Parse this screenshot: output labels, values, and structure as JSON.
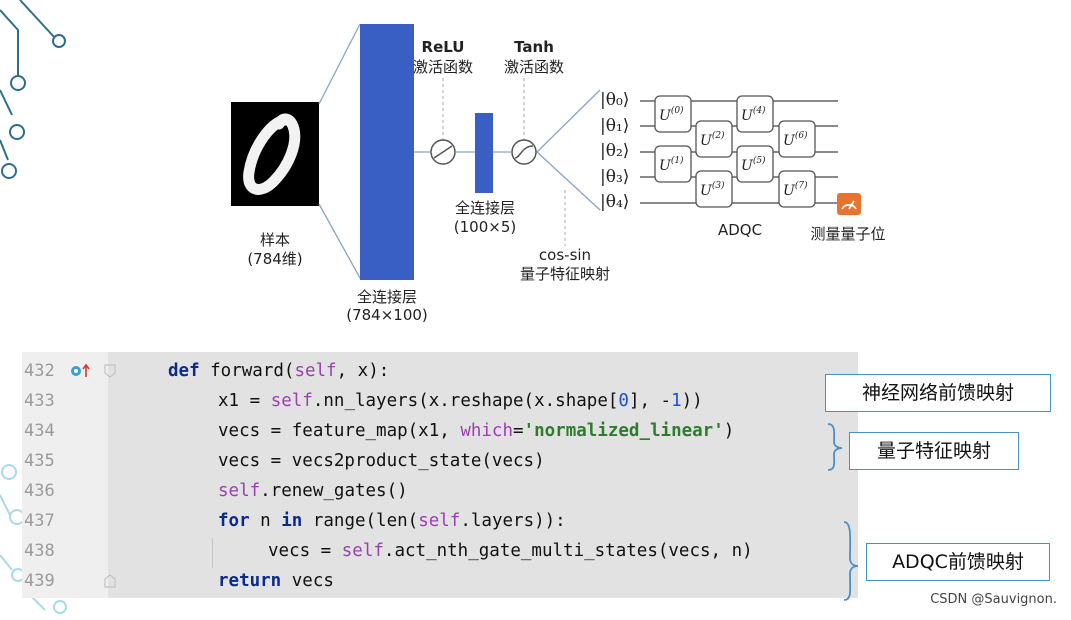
{
  "diagram": {
    "sample": {
      "label": "样本",
      "sub": "(784维)"
    },
    "fc1": {
      "label": "全连接层",
      "sub": "(784×100)"
    },
    "relu": {
      "label": "ReLU",
      "sub": "激活函数"
    },
    "fc2": {
      "label": "全连接层",
      "sub": "(100×5)"
    },
    "tanh": {
      "label": "Tanh",
      "sub": "激活函数"
    },
    "feature_map": {
      "label": "cos-sin",
      "sub": "量子特征映射"
    },
    "thetas": [
      "|θ₀⟩",
      "|θ₁⟩",
      "|θ₂⟩",
      "|θ₃⟩",
      "|θ₄⟩"
    ],
    "gates": [
      "U(0)",
      "U(1)",
      "U(2)",
      "U(3)",
      "U(4)",
      "U(5)",
      "U(6)",
      "U(7)"
    ],
    "adqc_label": "ADQC",
    "measure_label": "测量量子位",
    "colors": {
      "layer_blue": "#3a5fc4",
      "measure_orange": "#e8732c",
      "callout_border": "#4a90c8"
    }
  },
  "code": {
    "lines": [
      {
        "num": "432",
        "text": "def forward(self, x):"
      },
      {
        "num": "433",
        "text": "x1 = self.nn_layers(x.reshape(x.shape[0], -1))"
      },
      {
        "num": "434",
        "text": "vecs = feature_map(x1, which='normalized_linear')"
      },
      {
        "num": "435",
        "text": "vecs = vecs2product_state(vecs)"
      },
      {
        "num": "436",
        "text": "self.renew_gates()"
      },
      {
        "num": "437",
        "text": "for n in range(len(self.layers)):"
      },
      {
        "num": "438",
        "text": "vecs = self.act_nth_gate_multi_states(vecs, n)"
      },
      {
        "num": "439",
        "text": "return vecs"
      }
    ]
  },
  "callouts": {
    "nn": "神经网络前馈映射",
    "qfm": "量子特征映射",
    "adqc": "ADQC前馈映射"
  },
  "watermark": "CSDN @Sauvignon."
}
